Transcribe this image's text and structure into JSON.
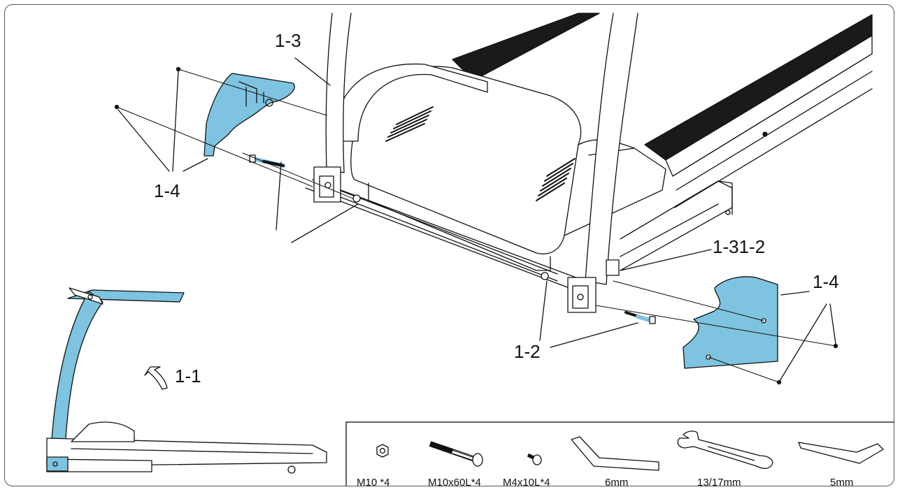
{
  "labels": {
    "l13": "1-3",
    "l14_left": "1-4",
    "l14_right": "1-4",
    "l1312": "1-31-2",
    "l12": "1-2",
    "l11": "1-1"
  },
  "hardware": {
    "nut": "M10 *4",
    "bolt_long": "M10x60L*4",
    "screw_small": "M4x10L*4",
    "allen_6": "6mm",
    "wrench": "13/17mm",
    "allen_5": "5mm"
  },
  "colors": {
    "part_highlight": "#7ec3df",
    "line": "#111111",
    "belt": "#1a1a1a"
  }
}
